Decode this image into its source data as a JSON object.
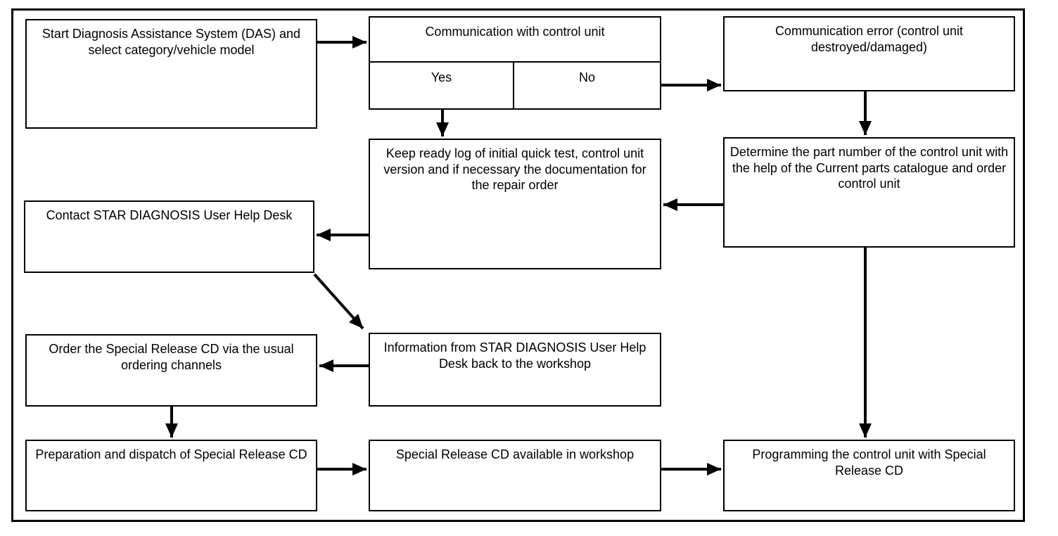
{
  "diagram": {
    "title": "Special Release CD control unit programming flowchart",
    "colors": {
      "line": "#000000",
      "background": "#ffffff",
      "text": "#000000"
    },
    "nodes": {
      "start_das": "Start Diagnosis Assistance System (DAS) and select category/vehicle model",
      "comm_with_cu": "Communication with control unit",
      "yes": "Yes",
      "no": "No",
      "comm_error": "Communication error (control unit destroyed/damaged)",
      "keep_log": "Keep ready log of initial quick test, control unit version and if necessary the documentation for the repair order",
      "determine_part": "Determine the part number of the control unit with the help of the Current parts catalogue and order control unit",
      "contact_star": "Contact STAR DIAGNOSIS User Help Desk",
      "info_from_star": "Information from STAR DIAGNOSIS User Help Desk back to the workshop",
      "order_cd": "Order the Special Release CD via the usual ordering channels",
      "prep_dispatch": "Preparation and dispatch of Special Release CD",
      "cd_available": "Special Release CD available in workshop",
      "programming": "Programming the control unit with Special Release CD"
    },
    "edges": [
      {
        "from": "start_das",
        "to": "comm_with_cu"
      },
      {
        "from": "no",
        "to": "comm_error"
      },
      {
        "from": "yes",
        "to": "keep_log"
      },
      {
        "from": "comm_error",
        "to": "determine_part"
      },
      {
        "from": "determine_part",
        "to": "keep_log"
      },
      {
        "from": "keep_log",
        "to": "contact_star"
      },
      {
        "from": "contact_star",
        "to": "info_from_star"
      },
      {
        "from": "info_from_star",
        "to": "order_cd"
      },
      {
        "from": "order_cd",
        "to": "prep_dispatch"
      },
      {
        "from": "prep_dispatch",
        "to": "cd_available"
      },
      {
        "from": "cd_available",
        "to": "programming"
      },
      {
        "from": "determine_part",
        "to": "programming"
      }
    ]
  }
}
